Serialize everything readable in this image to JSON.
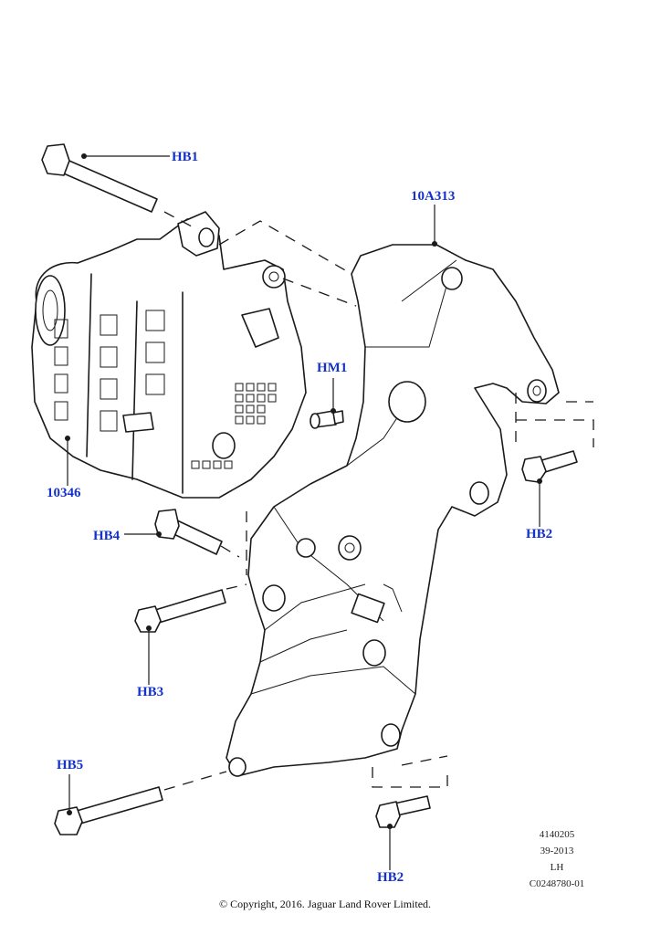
{
  "callouts": {
    "hb1": "HB1",
    "bracket": "10A313",
    "hm1": "HM1",
    "alternator": "10346",
    "hb4": "HB4",
    "hb2_right": "HB2",
    "hb3": "HB3",
    "hb5": "HB5",
    "hb2_bottom": "HB2"
  },
  "drawing_info": {
    "line1": "4140205",
    "line2": "39-2013",
    "line3": "LH",
    "line4": "C0248780-01"
  },
  "copyright": "© Copyright, 2016. Jaguar Land Rover Limited.",
  "colors": {
    "callout_text": "#1432c8",
    "line_art": "#1a1a1a",
    "background": "#ffffff"
  }
}
